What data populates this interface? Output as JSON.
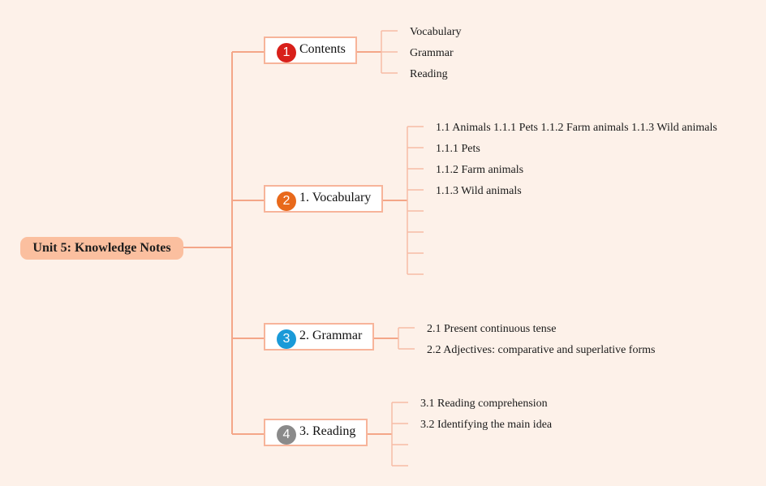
{
  "root": {
    "label": "Unit 5: Knowledge Notes"
  },
  "colors": {
    "background": "#fdf1e9",
    "root_fill": "#fbbf9f",
    "connector_main": "#f4a688",
    "connector_leaf": "#f7bca6"
  },
  "branches": [
    {
      "number": "1",
      "badge_color": "#d8201a",
      "label": "Contents",
      "children": [
        "Vocabulary",
        "Grammar",
        "Reading"
      ]
    },
    {
      "number": "2",
      "badge_color": "#e8691b",
      "label": "1. Vocabulary",
      "children": [
        "1.1 Animals 1.1.1 Pets 1.1.2 Farm animals 1.1.3 Wild animals",
        "1.1.1 Pets",
        "1.1.2 Farm animals",
        "1.1.3 Wild animals",
        "",
        "",
        "",
        ""
      ]
    },
    {
      "number": "3",
      "badge_color": "#1a9ad8",
      "label": "2. Grammar",
      "children": [
        "2.1 Present continuous tense",
        "2.2 Adjectives: comparative and superlative forms"
      ]
    },
    {
      "number": "4",
      "badge_color": "#8a8a8a",
      "label": "3. Reading",
      "children": [
        "3.1 Reading comprehension",
        "3.2 Identifying the main idea",
        "",
        ""
      ]
    }
  ]
}
